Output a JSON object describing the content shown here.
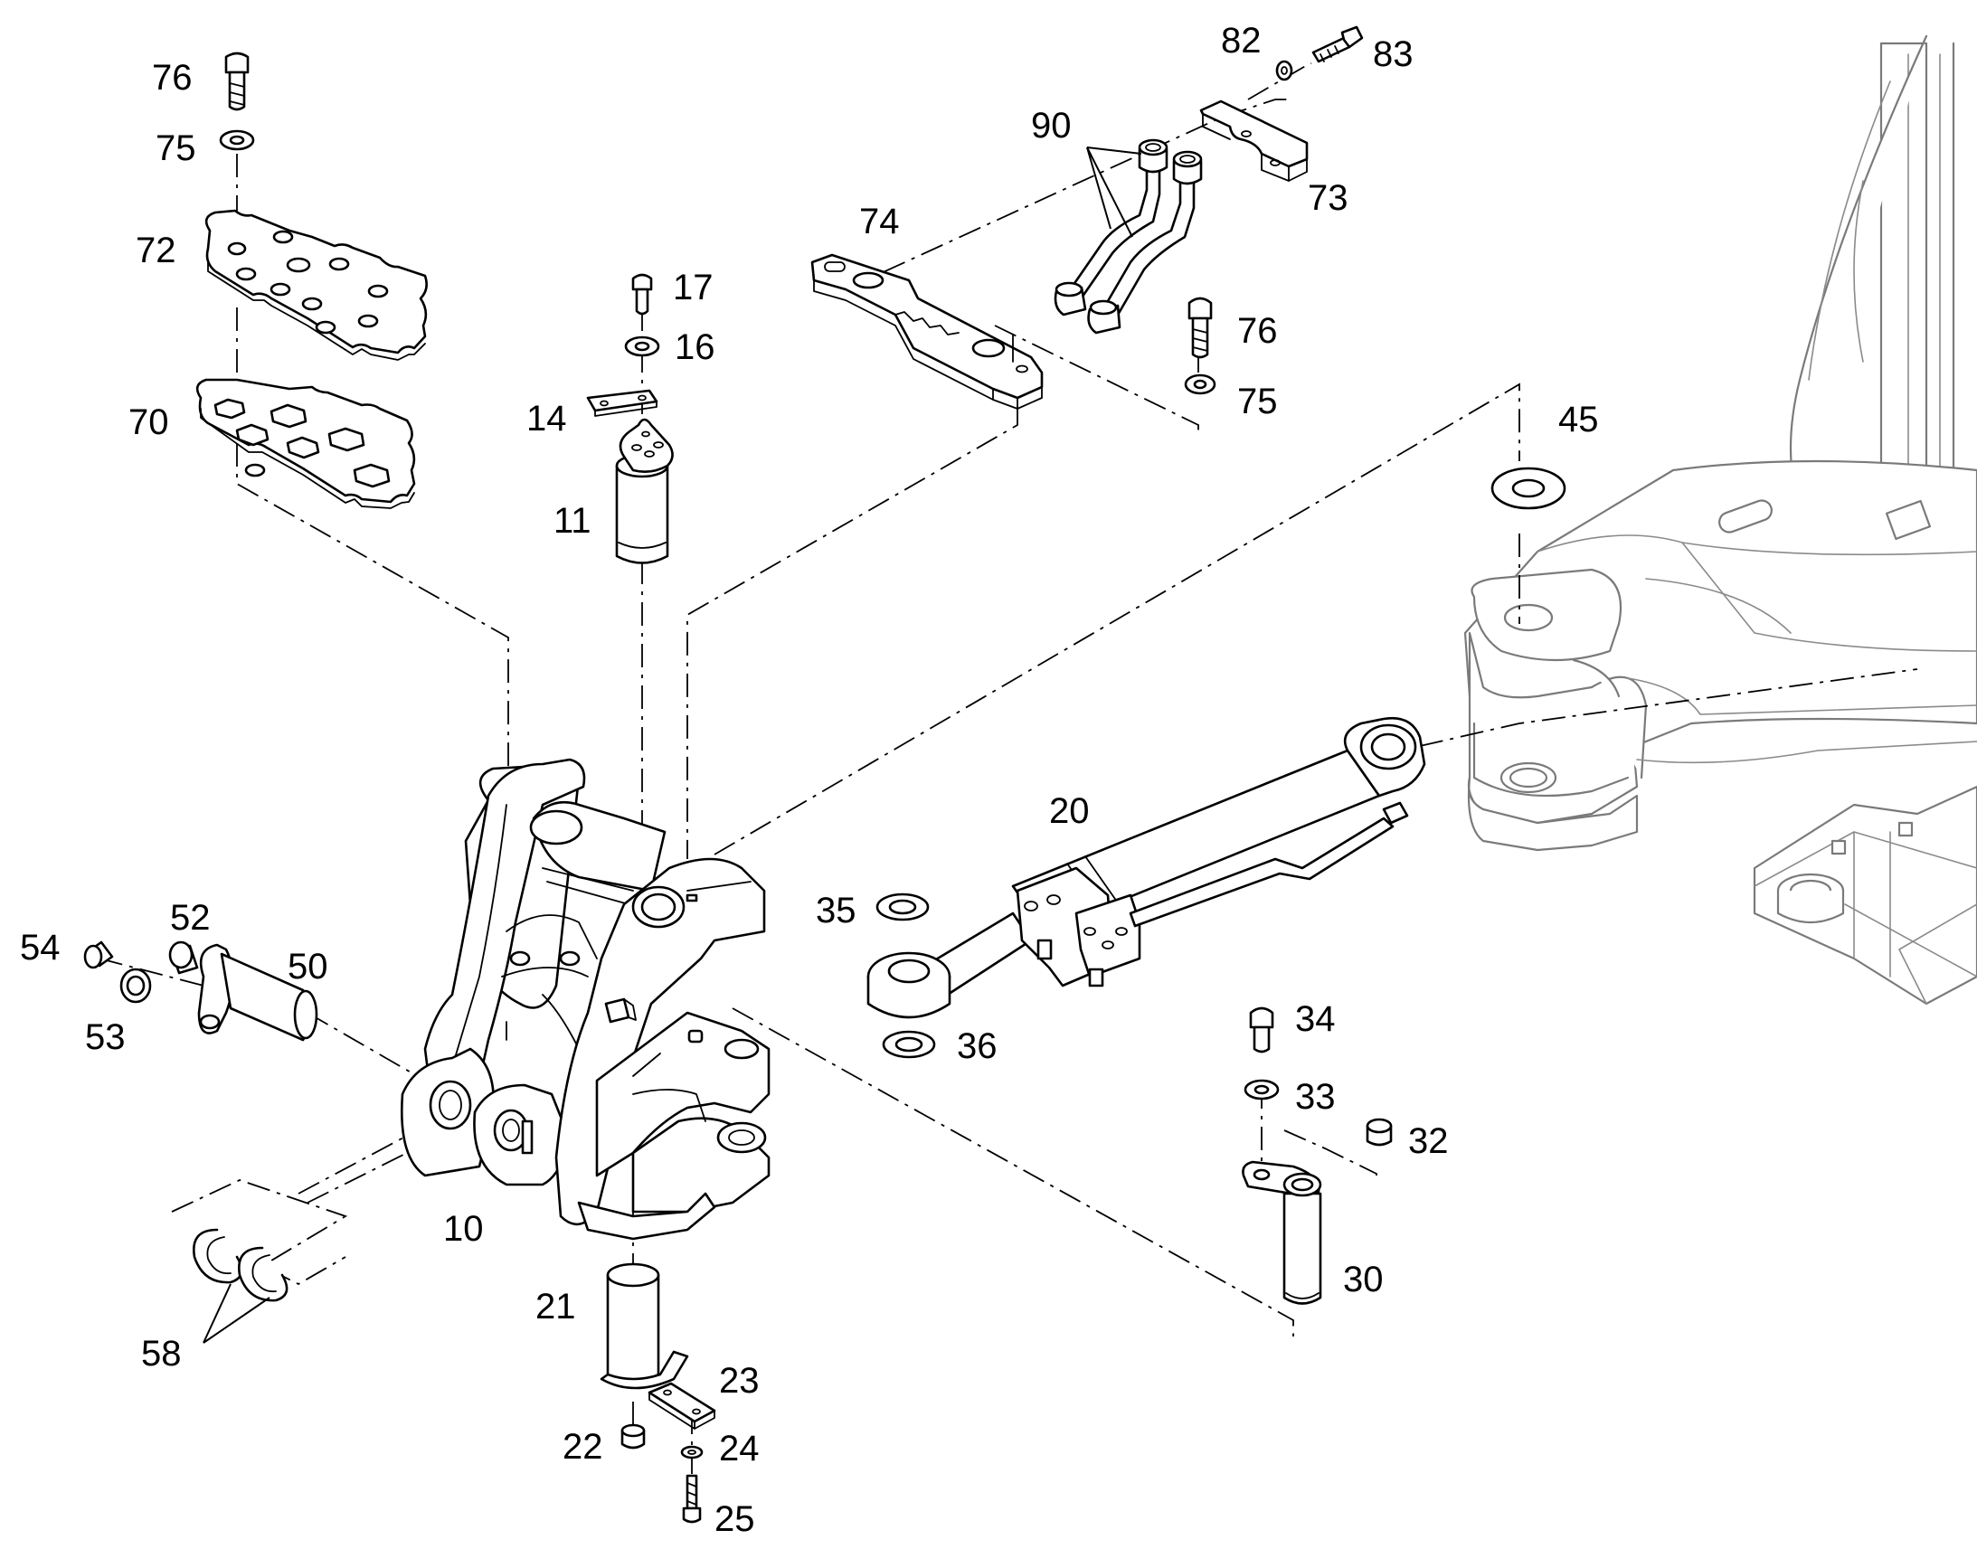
{
  "callouts": {
    "c10": "10",
    "c11": "11",
    "c14": "14",
    "c16": "16",
    "c17": "17",
    "c20": "20",
    "c21": "21",
    "c22": "22",
    "c23": "23",
    "c24": "24",
    "c25": "25",
    "c30": "30",
    "c32": "32",
    "c33": "33",
    "c34": "34",
    "c35": "35",
    "c36": "36",
    "c45": "45",
    "c50": "50",
    "c52": "52",
    "c53": "53",
    "c54": "54",
    "c58": "58",
    "c70": "70",
    "c72": "72",
    "c73": "73",
    "c74": "74",
    "c75a": "75",
    "c75b": "75",
    "c76a": "76",
    "c76b": "76",
    "c82": "82",
    "c83": "83",
    "c90": "90"
  }
}
